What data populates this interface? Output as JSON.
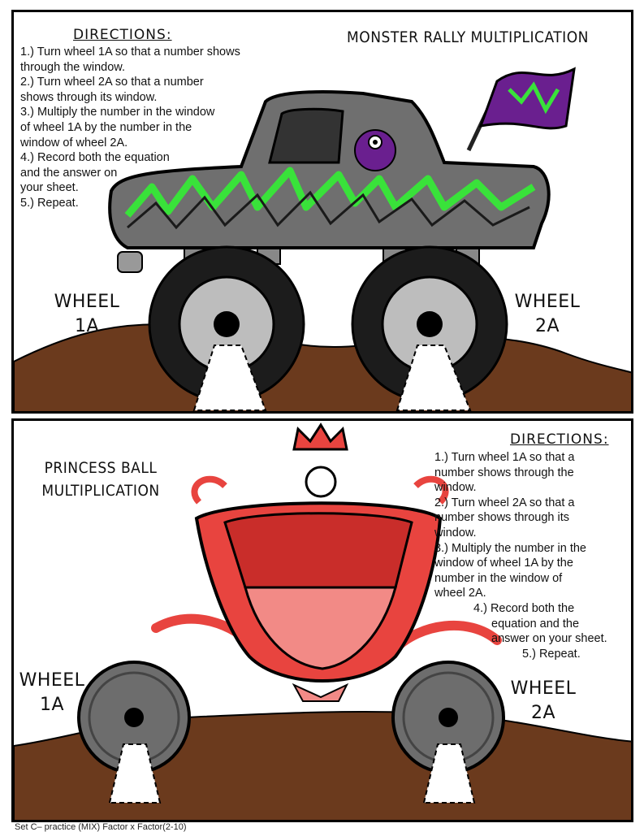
{
  "top": {
    "title": "MONSTER RALLY MULTIPLICATION",
    "directions_heading": "DIRECTIONS:",
    "directions": [
      "1.) Turn wheel 1A so that a number shows",
      "through the window.",
      "2.) Turn wheel 2A so that a number",
      "shows through its window.",
      "3.) Multiply the number in the window",
      "of wheel 1A by the number in the",
      "window of wheel 2A.",
      "4.) Record both the equation",
      "and the answer on",
      "your sheet.",
      "5.) Repeat."
    ],
    "wheel_left": [
      "WHEEL",
      "1A"
    ],
    "wheel_right": [
      "WHEEL",
      "2A"
    ],
    "colors": {
      "truck_body": "#6f6f6f",
      "flames": "#39e23a",
      "flag": "#6a1f8f",
      "dirt": "#6b3a1d"
    }
  },
  "bottom": {
    "title_lines": [
      "PRINCESS BALL",
      "MULTIPLICATION"
    ],
    "directions_heading": "DIRECTIONS:",
    "directions": [
      "1.) Turn wheel 1A so that a",
      "number shows through the",
      "window.",
      "2.) Turn wheel 2A so that a",
      "number shows through its",
      "window.",
      "3.) Multiply the number in the",
      "window of wheel 1A by the",
      "number in the window of",
      "wheel 2A.",
      "4.) Record both the",
      "equation and the",
      "answer on your sheet.",
      "5.) Repeat."
    ],
    "wheel_left": [
      "WHEEL",
      "1A"
    ],
    "wheel_right": [
      "WHEEL",
      "2A"
    ],
    "colors": {
      "carriage": "#e8443f",
      "carriage_light": "#f28a86",
      "wheels": "#6d6d6d",
      "dirt": "#6b3a1d"
    }
  },
  "footer": "Set C– practice (MIX) Factor x Factor(2-10)"
}
